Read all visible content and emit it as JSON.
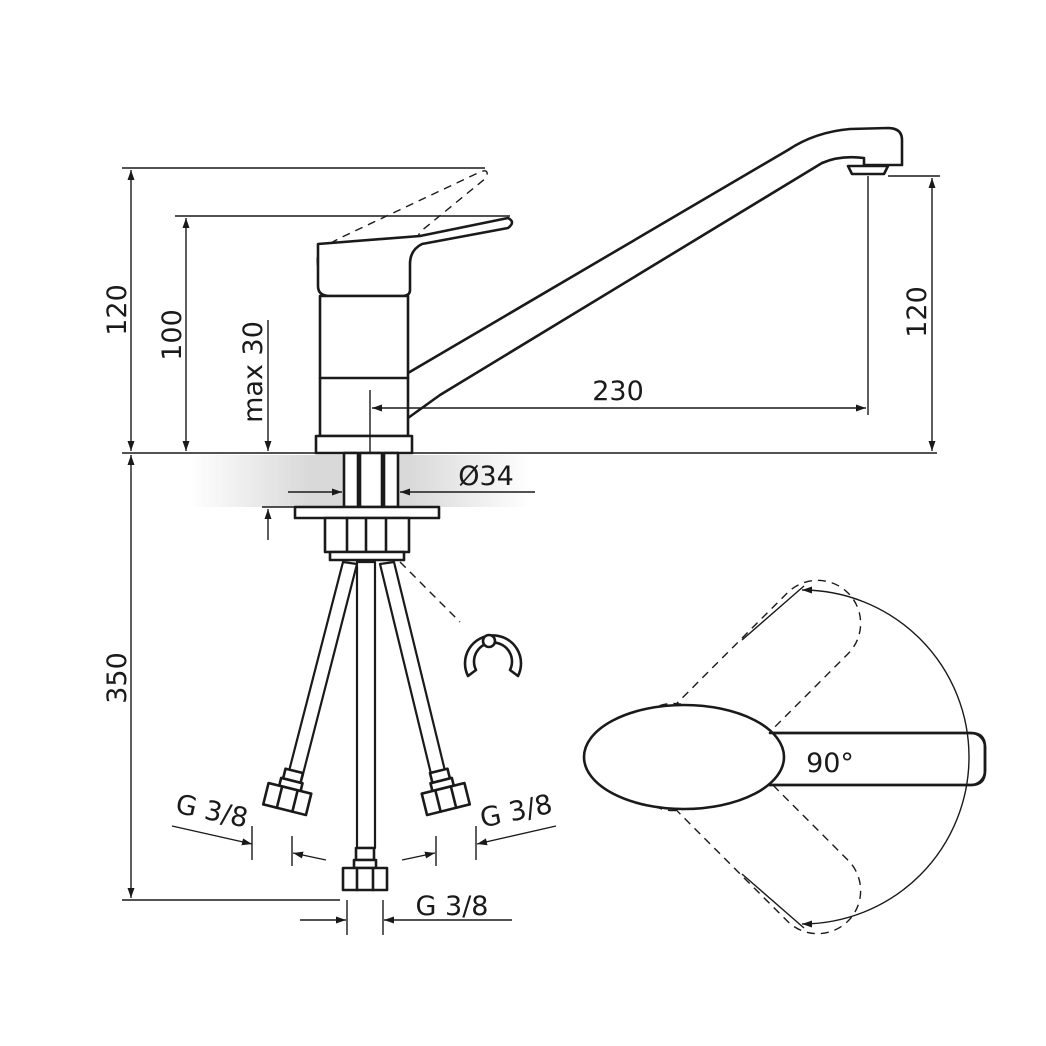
{
  "dimensions": {
    "total_height": "120",
    "lever_height": "100",
    "max_thickness": "max 30",
    "spout_height": "120",
    "spout_reach": "230",
    "hole_diameter": "Ø34",
    "hose_length": "350",
    "thread_left": "G 3/8",
    "thread_right": "G 3/8",
    "thread_center": "G 3/8",
    "rotation_angle": "90°"
  }
}
